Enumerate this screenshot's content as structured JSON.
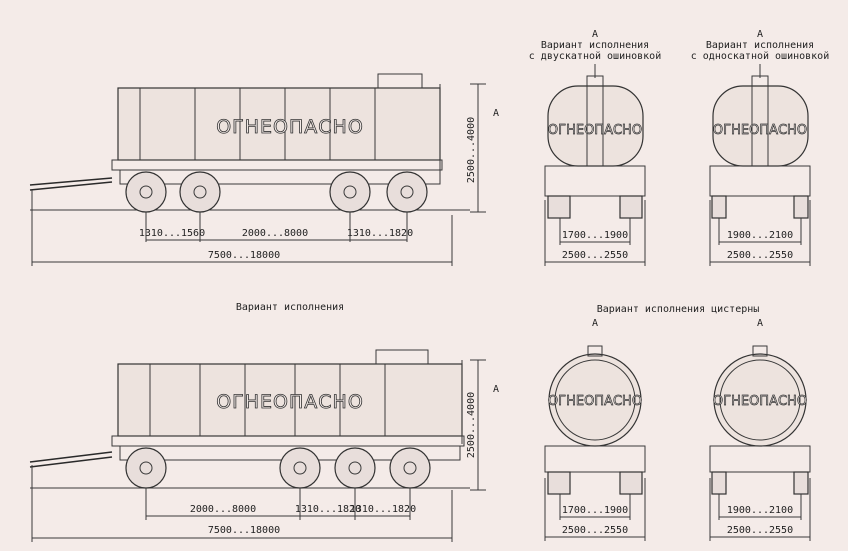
{
  "warning_label": "ОГНЕОПАСНО",
  "view_marker": "A",
  "top": {
    "rear_view_left_title_1": "Вариант исполнения",
    "rear_view_left_title_2": "с двускатной ошиновкой",
    "rear_view_right_title_1": "Вариант исполнения",
    "rear_view_right_title_2": "с односкатной ошиновкой",
    "dim_axle_front": "1310...1560",
    "dim_wheelbase": "2000...8000",
    "dim_axle_rear": "1310...1820",
    "dim_total_length": "7500...18000",
    "dim_height": "2500...4000",
    "dim_track_left": "1700...1900",
    "dim_width_left": "2500...2550",
    "dim_track_right": "1900...2100",
    "dim_width_right": "2500...2550"
  },
  "bottom": {
    "side_title": "Вариант исполнения",
    "rear_title": "Вариант исполнения цистерны",
    "dim_wheelbase": "2000...8000",
    "dim_axle_1": "1310...1820",
    "dim_axle_2": "1310...1820",
    "dim_total_length": "7500...18000",
    "dim_height": "2500...4000",
    "dim_track_left": "1700...1900",
    "dim_width_left": "2500...2550",
    "dim_track_right": "1900...2100",
    "dim_width_right": "2500...2550"
  }
}
